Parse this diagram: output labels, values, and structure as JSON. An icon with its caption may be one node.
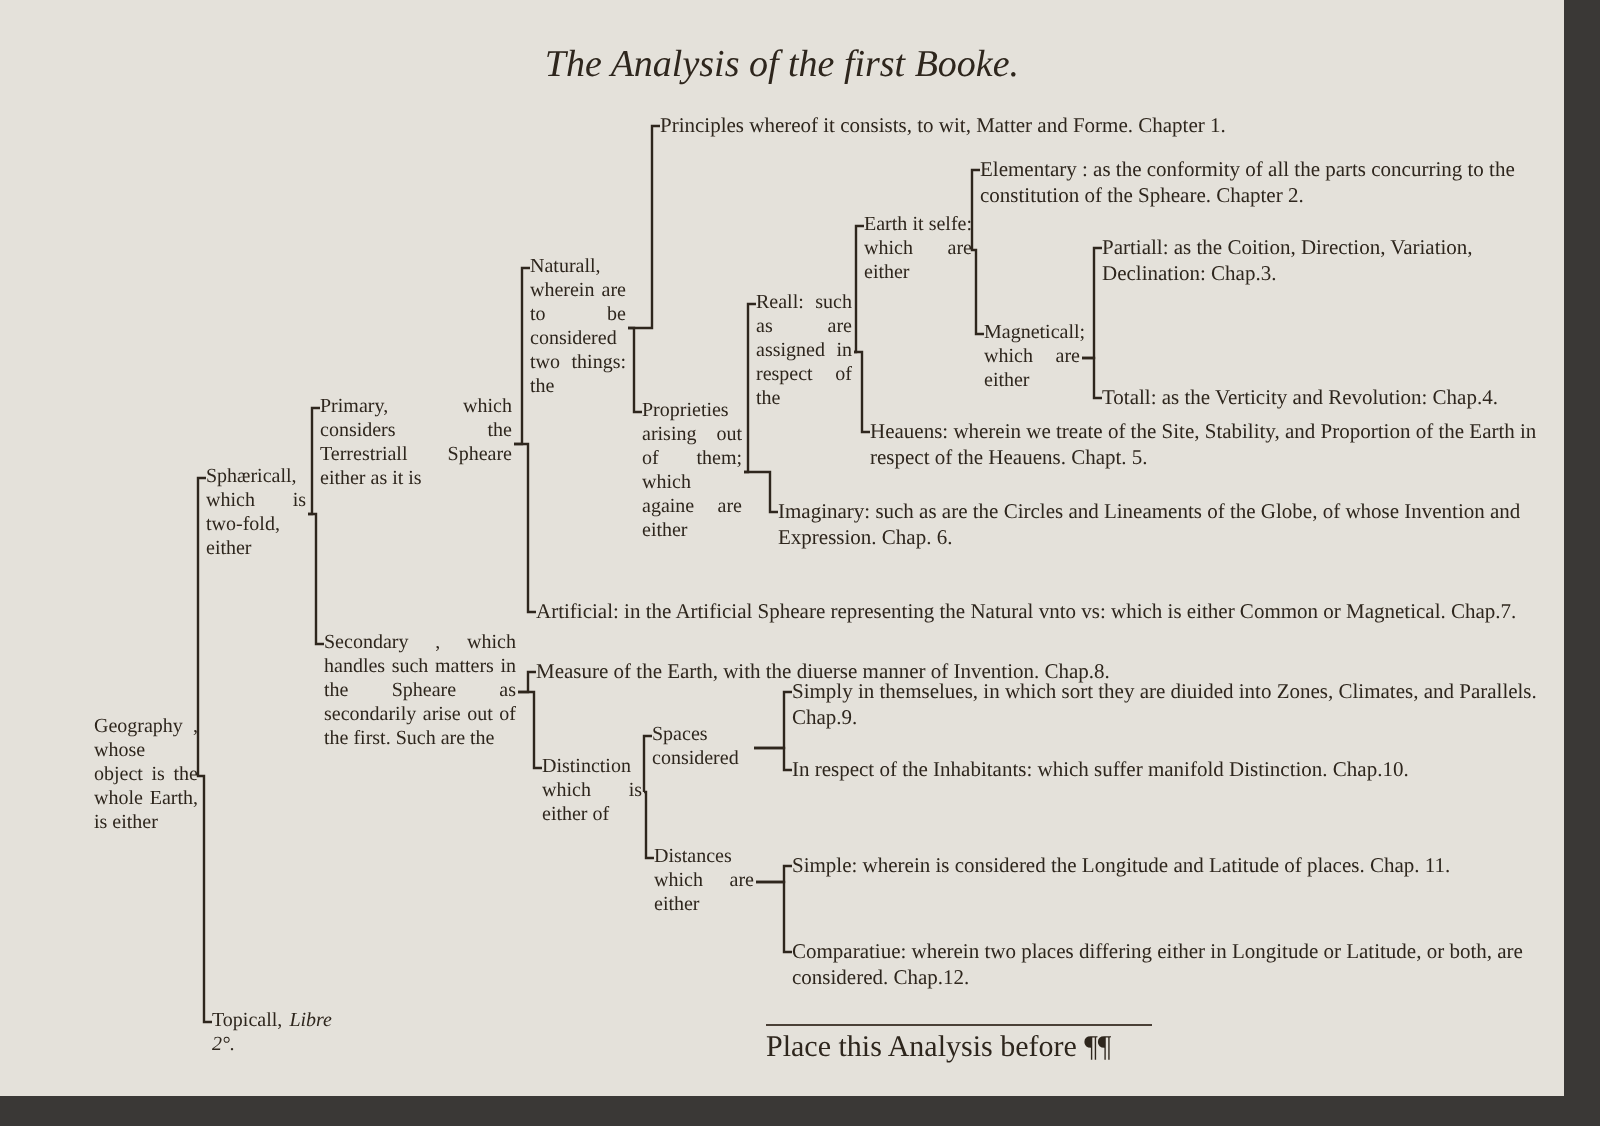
{
  "diagram": {
    "title": "The Analysis of the first Booke.",
    "nodes": [
      {
        "text": [
          "Geography , whose object is the whole Earth, is either"
        ]
      },
      {
        "text": [
          "Sphæricall, which is two-fold, either"
        ]
      },
      {
        "text": [
          "Primary, which considers the Terrestriall Spheare either as it is"
        ]
      },
      {
        "text": [
          "Naturall, wherein are to be considered two things: the"
        ]
      },
      {
        "text": [
          "Principles whereof it consists, to wit, Matter and Forme. Chapter 1."
        ]
      },
      {
        "text": [
          "Proprieties arising out of them; which againe are either"
        ]
      },
      {
        "text": [
          "Reall: such as are assigned in respect of the"
        ]
      },
      {
        "text": [
          "Earth it selfe: which are either"
        ]
      },
      {
        "text": [
          "Elementary : as the conformity of all the parts concurring to the constitution of the Spheare. Chapter 2."
        ]
      },
      {
        "text": [
          "Magneticall; which are either"
        ]
      },
      {
        "text": [
          "Partiall: as the Coition, Direction, Variation, Declination: Chap.3."
        ]
      },
      {
        "text": [
          "Totall: as the Verticity and Revolution: Chap.4."
        ]
      },
      {
        "text": [
          "Heauens: wherein we treate of the Site, Stability, and Proportion of the Earth in respect of the Heauens. Chapt. 5."
        ]
      },
      {
        "text": [
          "Imaginary: such as are the Circles and Lineaments of the Globe, of whose Invention and Expression. Chap. 6."
        ]
      },
      {
        "text": [
          "Artificial: in the Artificial Spheare representing the Natural vnto vs: which is either Common or Magnetical. Chap.7."
        ]
      },
      {
        "text": [
          "Secondary , which handles such matters in the Spheare as secondarily arise out of the first. Such are the"
        ]
      },
      {
        "text": [
          "Measure of the Earth, with the diuerse manner of Invention. Chap.8."
        ]
      },
      {
        "text": [
          "Distinction which is either of"
        ]
      },
      {
        "text": [
          "Spaces considered"
        ]
      },
      {
        "text": [
          "Simply in themselues, in which sort they are diuided into Zones, Climates, and Parallels. Chap.9."
        ]
      },
      {
        "text": [
          "In respect of the Inhabitants: which suffer manifold Distinction. Chap.10."
        ]
      },
      {
        "text": [
          "Distances which are either"
        ]
      },
      {
        "text": [
          "Simple: wherein is considered the Longitude and Latitude of places. Chap. 11."
        ]
      },
      {
        "text": [
          "Comparatiue: wherein two places differing either in Longitude or Latitude, or both, are considered. Chap.12."
        ]
      },
      {
        "text": [
          "Topicall, *Libre 2°.*"
        ]
      }
    ],
    "edges": [
      {
        "from": 0,
        "to": 1,
        "arrow": "none"
      },
      {
        "from": 0,
        "to": 24,
        "arrow": "none"
      },
      {
        "from": 1,
        "to": 2,
        "arrow": "none"
      },
      {
        "from": 1,
        "to": 15,
        "arrow": "none"
      },
      {
        "from": 2,
        "to": 3,
        "arrow": "none"
      },
      {
        "from": 2,
        "to": 14,
        "arrow": "none"
      },
      {
        "from": 3,
        "to": 4,
        "arrow": "none"
      },
      {
        "from": 3,
        "to": 5,
        "arrow": "none"
      },
      {
        "from": 5,
        "to": 6,
        "arrow": "none"
      },
      {
        "from": 5,
        "to": 13,
        "arrow": "none"
      },
      {
        "from": 6,
        "to": 7,
        "arrow": "none"
      },
      {
        "from": 6,
        "to": 12,
        "arrow": "none"
      },
      {
        "from": 7,
        "to": 8,
        "arrow": "none"
      },
      {
        "from": 7,
        "to": 9,
        "arrow": "none"
      },
      {
        "from": 9,
        "to": 10,
        "arrow": "none"
      },
      {
        "from": 9,
        "to": 11,
        "arrow": "none"
      },
      {
        "from": 15,
        "to": 16,
        "arrow": "none"
      },
      {
        "from": 15,
        "to": 17,
        "arrow": "none"
      },
      {
        "from": 17,
        "to": 18,
        "arrow": "none"
      },
      {
        "from": 17,
        "to": 21,
        "arrow": "none"
      },
      {
        "from": 18,
        "to": 19,
        "arrow": "none"
      },
      {
        "from": 18,
        "to": 20,
        "arrow": "none"
      },
      {
        "from": 21,
        "to": 22,
        "arrow": "none"
      },
      {
        "from": 21,
        "to": 23,
        "arrow": "none"
      }
    ],
    "labels": [
      "Place this Analysis before ¶¶"
    ]
  }
}
